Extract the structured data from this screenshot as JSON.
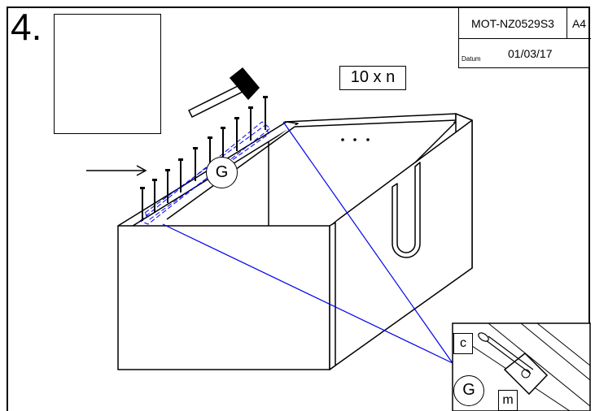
{
  "step": {
    "number": "4."
  },
  "title_block": {
    "reference": "MOT-NZ0529S3",
    "sheet_size": "A4",
    "datum_label": "Datum",
    "date": "01/03/17"
  },
  "quantity": {
    "text": "10 x n"
  },
  "labels": {
    "main_part": "G",
    "detail_part": "G",
    "screw": "c",
    "mark": "m"
  },
  "tools": [
    "screwdriver-icon",
    "hammer-icon"
  ],
  "line_color": "#0000ee"
}
